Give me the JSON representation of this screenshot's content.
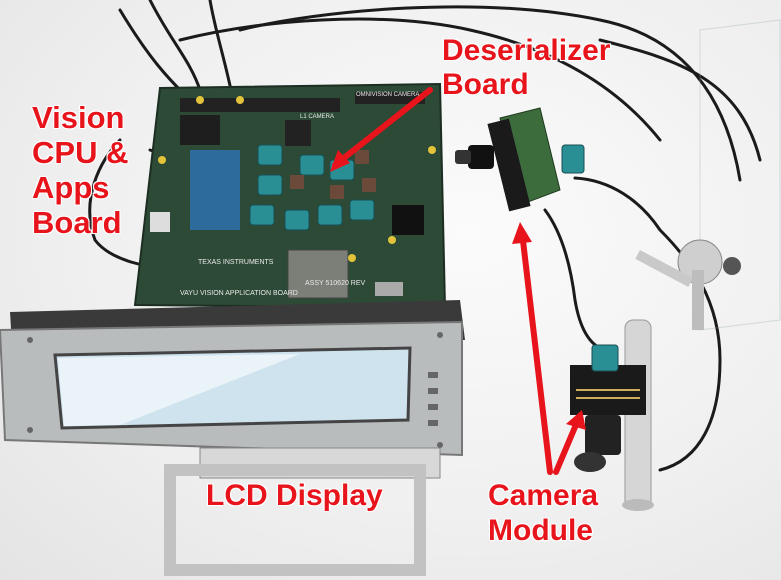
{
  "labels": {
    "vision_board": [
      "Vision",
      "CPU &",
      "Apps",
      "Board"
    ],
    "deserializer_board": [
      "Deserializer",
      "Board"
    ],
    "lcd_display": "LCD Display",
    "camera_module": [
      "Camera",
      "Module"
    ]
  },
  "board_silkscreen": {
    "manufacturer": "TEXAS INSTRUMENTS",
    "board_name": "VAYU VISION APPLICATION BOARD",
    "assy": "ASSY 510620 REV",
    "camera_header": "OMNIVISION CAMERA",
    "l1": "L1 CAMERA"
  },
  "colors": {
    "label_red": "#e8141b",
    "pcb_green": "#2d4a36",
    "connector_teal": "#2a8f95"
  }
}
